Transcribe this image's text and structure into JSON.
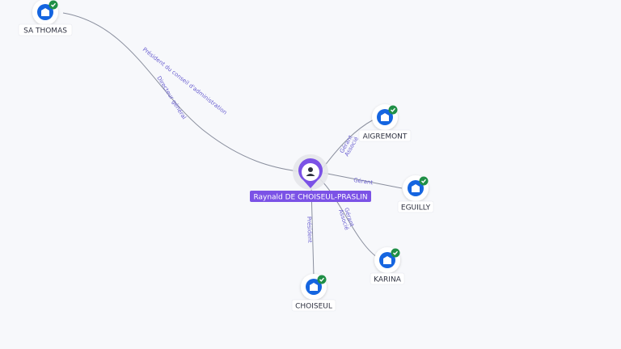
{
  "colors": {
    "company_icon": "#1565e0",
    "check_badge": "#1f8f46",
    "person_pin": "#7b52e6",
    "edge": "#8a8f9e",
    "edge_label": "#6a5fd0"
  },
  "person": {
    "name": "Raynald DE CHOISEUL-PRASLIN",
    "icon": "person-icon"
  },
  "companies": [
    {
      "id": "sa-thomas",
      "label": "SA THOMAS",
      "icon": "building-icon",
      "verified": true
    },
    {
      "id": "aigremont",
      "label": "AIGREMONT",
      "icon": "building-icon",
      "verified": true
    },
    {
      "id": "eguilly",
      "label": "EGUILLY",
      "icon": "building-icon",
      "verified": true
    },
    {
      "id": "karina",
      "label": "KARINA",
      "icon": "building-icon",
      "verified": true
    },
    {
      "id": "choiseul",
      "label": "CHOISEUL",
      "icon": "building-icon",
      "verified": true
    }
  ],
  "relations": [
    {
      "to": "sa-thomas",
      "roles": [
        "Président du conseil d'administration",
        "Directeur général"
      ]
    },
    {
      "to": "aigremont",
      "roles": [
        "Gérant",
        "Associé"
      ]
    },
    {
      "to": "eguilly",
      "roles": [
        "Gérant"
      ]
    },
    {
      "to": "karina",
      "roles": [
        "Gérant",
        "Associé"
      ]
    },
    {
      "to": "choiseul",
      "roles": [
        "Président"
      ]
    }
  ]
}
